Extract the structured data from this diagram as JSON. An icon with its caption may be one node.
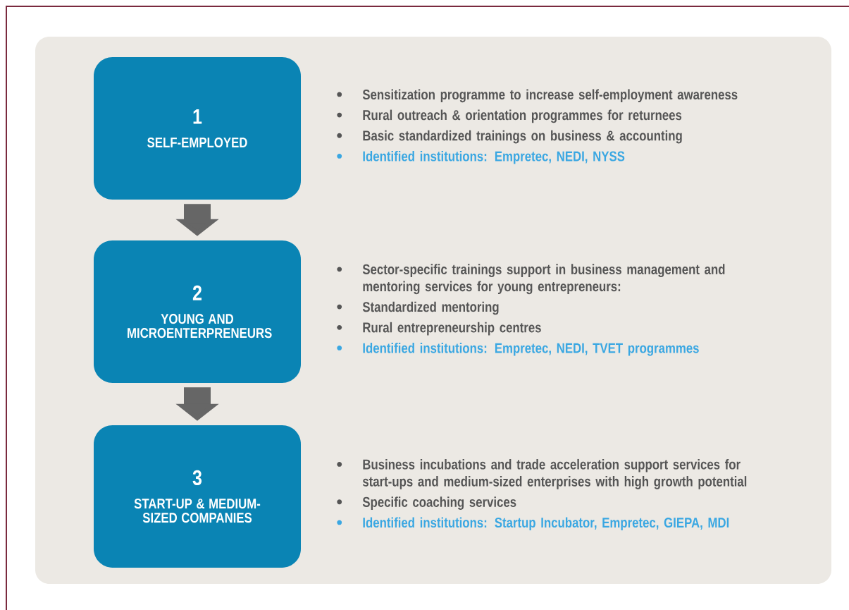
{
  "diagram": {
    "nodes": [
      {
        "text": [
          "1",
          "SELF-EMPLOYED"
        ],
        "beside": [
          "Sensitization programme to increase self-employment awareness",
          "Rural outreach & orientation programmes for returnees",
          "Basic standardized trainings on business & accounting",
          "Identified institutions: Empretec, NEDI, NYSS"
        ]
      },
      {
        "text": [
          "2",
          "YOUNG AND MICROENTERPRENEURS"
        ],
        "beside": [
          "Sector-specific trainings support in business management and mentoring services for young entrepreneurs:",
          "Standardized mentoring",
          "Rural entrepreneurship centres",
          "Identified institutions: Empretec, NEDI, TVET programmes"
        ]
      },
      {
        "text": [
          "3",
          "START-UP & MEDIUM-SIZED COMPANIES"
        ],
        "beside": [
          "Business incubations and trade acceleration support services for start-ups and medium-sized enterprises with high growth potential",
          "Specific coaching services",
          "Identified institutions: Startup Incubator, Empretec, GIEPA, MDI"
        ]
      }
    ],
    "edges": [
      {
        "from": 0,
        "to": 1,
        "arrow": "to"
      },
      {
        "from": 1,
        "to": 2,
        "arrow": "to"
      }
    ]
  }
}
